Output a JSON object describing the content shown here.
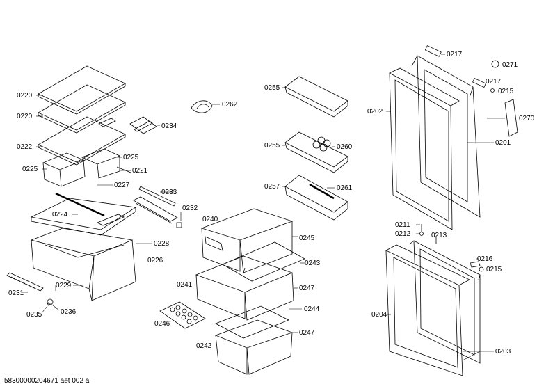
{
  "labels": {
    "p0220a": "0220",
    "p0220b": "0220",
    "p0222": "0222",
    "p0225a": "0225",
    "p0225b": "0225",
    "p0221": "0221",
    "p0227": "0227",
    "p0224": "0224",
    "p0228": "0228",
    "p0226": "0226",
    "p0229": "0229",
    "p0231": "0231",
    "p0235": "0235",
    "p0236": "0236",
    "p0262": "0262",
    "p0234": "0234",
    "p0233": "0233",
    "p0232": "0232",
    "p0240": "0240",
    "p0245": "0245",
    "p0243": "0243",
    "p0241": "0241",
    "p0247a": "0247",
    "p0244": "0244",
    "p0246": "0246",
    "p0242": "0242",
    "p0247b": "0247",
    "p0255a": "0255",
    "p0255b": "0255",
    "p0260": "0260",
    "p0257": "0257",
    "p0261": "0261",
    "p0202": "0202",
    "p0217a": "0217",
    "p0271": "0271",
    "p0217b": "0217",
    "p0215a": "0215",
    "p0270": "0270",
    "p0201": "0201",
    "p0211": "0211",
    "p0212": "0212",
    "p0213": "0213",
    "p0216": "0216",
    "p0215b": "0215",
    "p0204": "0204",
    "p0203": "0203"
  },
  "footer_text": "58300000204671 aet 002 a"
}
